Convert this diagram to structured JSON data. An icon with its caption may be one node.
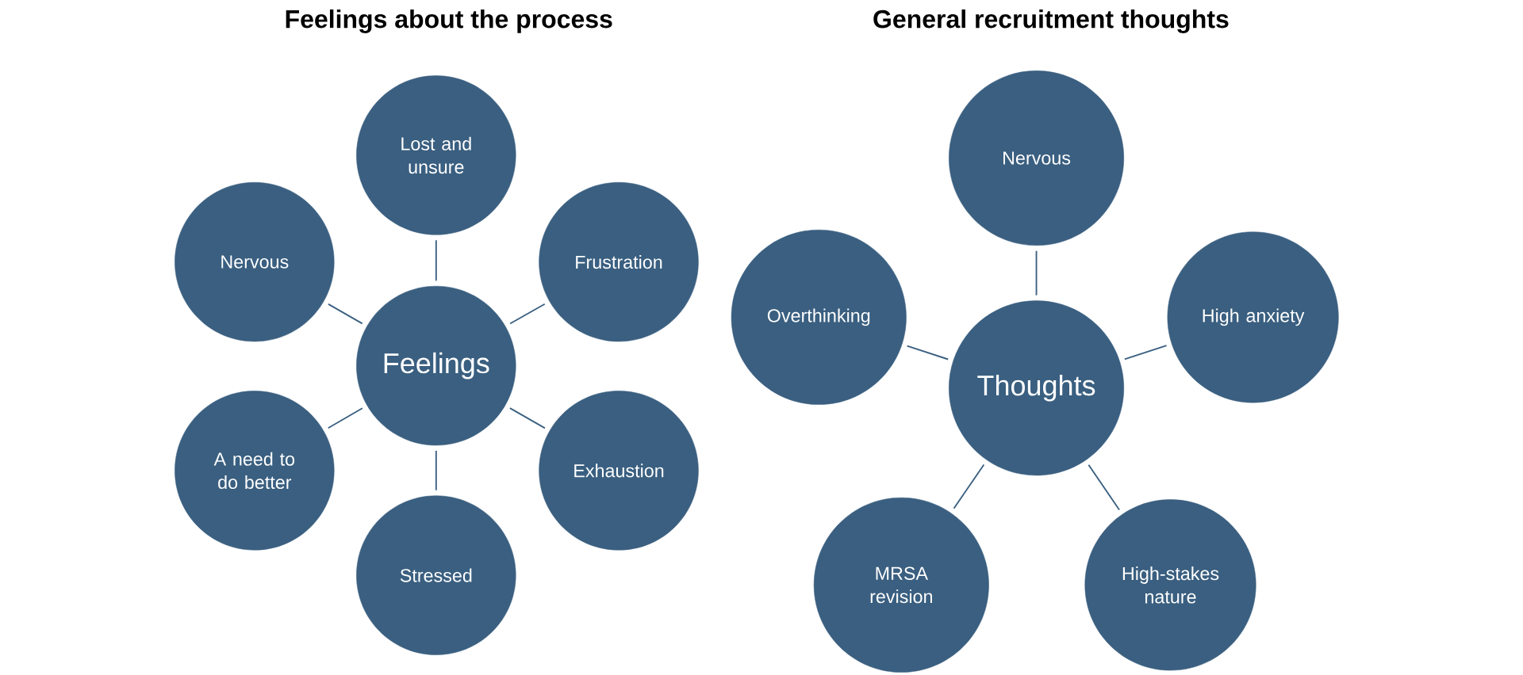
{
  "diagram": {
    "nodes": [
      {
        "text": [
          "Feelings"
        ]
      },
      {
        "text": [
          "Lost and unsure"
        ]
      },
      {
        "text": [
          "Nervous"
        ]
      },
      {
        "text": [
          "Frustration"
        ]
      },
      {
        "text": [
          "A need to do better"
        ]
      },
      {
        "text": [
          "Exhaustion"
        ]
      },
      {
        "text": [
          "Stressed"
        ]
      },
      {
        "text": [
          "Thoughts"
        ]
      },
      {
        "text": [
          "Nervous"
        ]
      },
      {
        "text": [
          "Overthinking"
        ]
      },
      {
        "text": [
          "High anxiety"
        ]
      },
      {
        "text": [
          "MRSA revision"
        ]
      },
      {
        "text": [
          "High-stakes nature"
        ]
      }
    ],
    "edges": [
      {
        "from": 0,
        "to": 1,
        "arrow": "none"
      },
      {
        "from": 0,
        "to": 2,
        "arrow": "none"
      },
      {
        "from": 0,
        "to": 3,
        "arrow": "none"
      },
      {
        "from": 0,
        "to": 4,
        "arrow": "none"
      },
      {
        "from": 0,
        "to": 5,
        "arrow": "none"
      },
      {
        "from": 0,
        "to": 6,
        "arrow": "none"
      },
      {
        "from": 7,
        "to": 8,
        "arrow": "none"
      },
      {
        "from": 7,
        "to": 9,
        "arrow": "none"
      },
      {
        "from": 7,
        "to": 10,
        "arrow": "none"
      },
      {
        "from": 7,
        "to": 11,
        "arrow": "none"
      },
      {
        "from": 7,
        "to": 12,
        "arrow": "none"
      }
    ],
    "labels": [
      "Feelings about the process",
      "General recruitment thoughts"
    ]
  }
}
